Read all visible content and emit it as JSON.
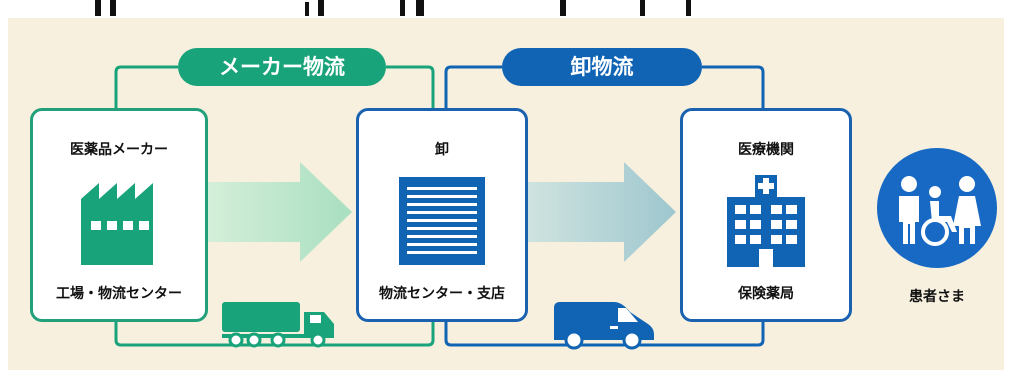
{
  "flows": {
    "manufacturer_logistics": "メーカー物流",
    "wholesale_logistics": "卸物流"
  },
  "nodes": {
    "manufacturer": {
      "title": "医薬品メーカー",
      "subtitle": "工場・物流センター",
      "icon": "factory-icon"
    },
    "wholesaler": {
      "title": "卸",
      "subtitle": "物流センター・支店",
      "icon": "warehouse-shutter-icon"
    },
    "medical": {
      "title": "医療機関",
      "subtitle": "保険薬局",
      "icon": "hospital-icon"
    },
    "patients": {
      "label": "患者さま",
      "icon": "patients-icon"
    }
  },
  "vehicles": {
    "manufacturer_to_wholesaler": "truck-icon",
    "wholesaler_to_medical": "van-icon"
  },
  "colors": {
    "background": "#f7f0de",
    "manufacturer_green": "#19a37a",
    "wholesale_blue": "#1164b4",
    "arrow_green": "#bfe7cf",
    "arrow_blue": "#b7d6d8",
    "patients_circle": "#1769c3"
  }
}
